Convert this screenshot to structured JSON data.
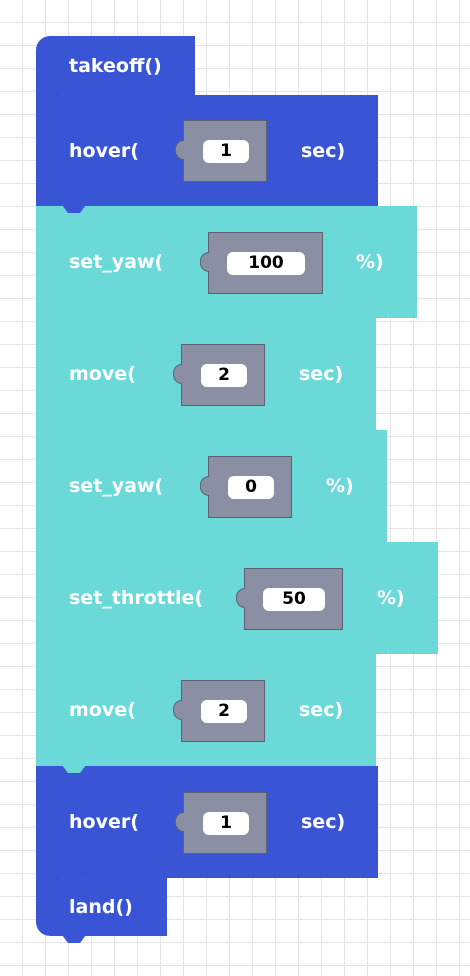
{
  "program": {
    "blocks": [
      {
        "kind": "takeoff",
        "label": "takeoff()"
      },
      {
        "kind": "hover",
        "label": "hover(",
        "value": "1",
        "unit": "sec)"
      },
      {
        "kind": "set_yaw",
        "label": "set_yaw(",
        "value": "100",
        "unit": "%)"
      },
      {
        "kind": "move",
        "label": "move(",
        "value": "2",
        "unit": "sec)"
      },
      {
        "kind": "set_yaw",
        "label": "set_yaw(",
        "value": "0",
        "unit": "%)"
      },
      {
        "kind": "set_throttle",
        "label": "set_throttle(",
        "value": "50",
        "unit": "%)"
      },
      {
        "kind": "move",
        "label": "move(",
        "value": "2",
        "unit": "sec)"
      },
      {
        "kind": "hover",
        "label": "hover(",
        "value": "1",
        "unit": "sec)"
      },
      {
        "kind": "land",
        "label": "land()"
      }
    ]
  },
  "colors": {
    "flight_block": "#3955d6",
    "motion_block": "#6ad9d8",
    "value_slot": "#8a8fa4",
    "workspace_grid": "#e4e4e4"
  }
}
